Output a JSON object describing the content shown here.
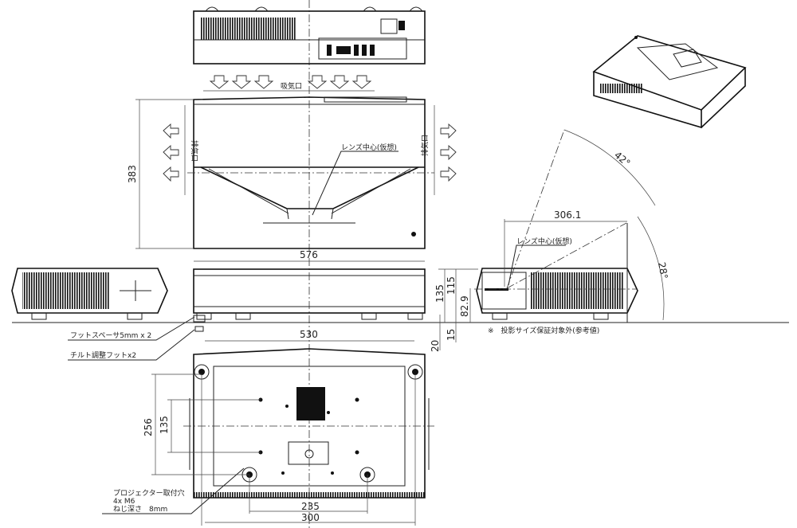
{
  "labels": {
    "intake": "吸気口",
    "exhaust_left": "排気口",
    "exhaust_right": "排気口",
    "lens_center_top": "レンズ中心(仮想)",
    "lens_center_side": "レンズ中心(仮想)",
    "foot_spacer": "フットスペーサ5mm x 2",
    "tilt_foot": "チルト調整フットx2",
    "mount_holes_1": "プロジェクター取付穴",
    "mount_holes_2": "4x M6",
    "mount_holes_3": "ねじ深さ　8mm",
    "note": "※　投影サイズ保証対象外(参考値)"
  },
  "dimensions": {
    "depth": "383",
    "width": "576",
    "height": "135",
    "height_no_feet": "115",
    "lens_height": "82.9",
    "foot_15": "15",
    "foot_20": "20",
    "bottom_width": "530",
    "bottom_depth": "256",
    "hole_depth": "135",
    "hole_inner": "235",
    "hole_outer": "300",
    "throw_offset": "306.1",
    "angle_upper": "42°",
    "angle_lower": "28°"
  }
}
